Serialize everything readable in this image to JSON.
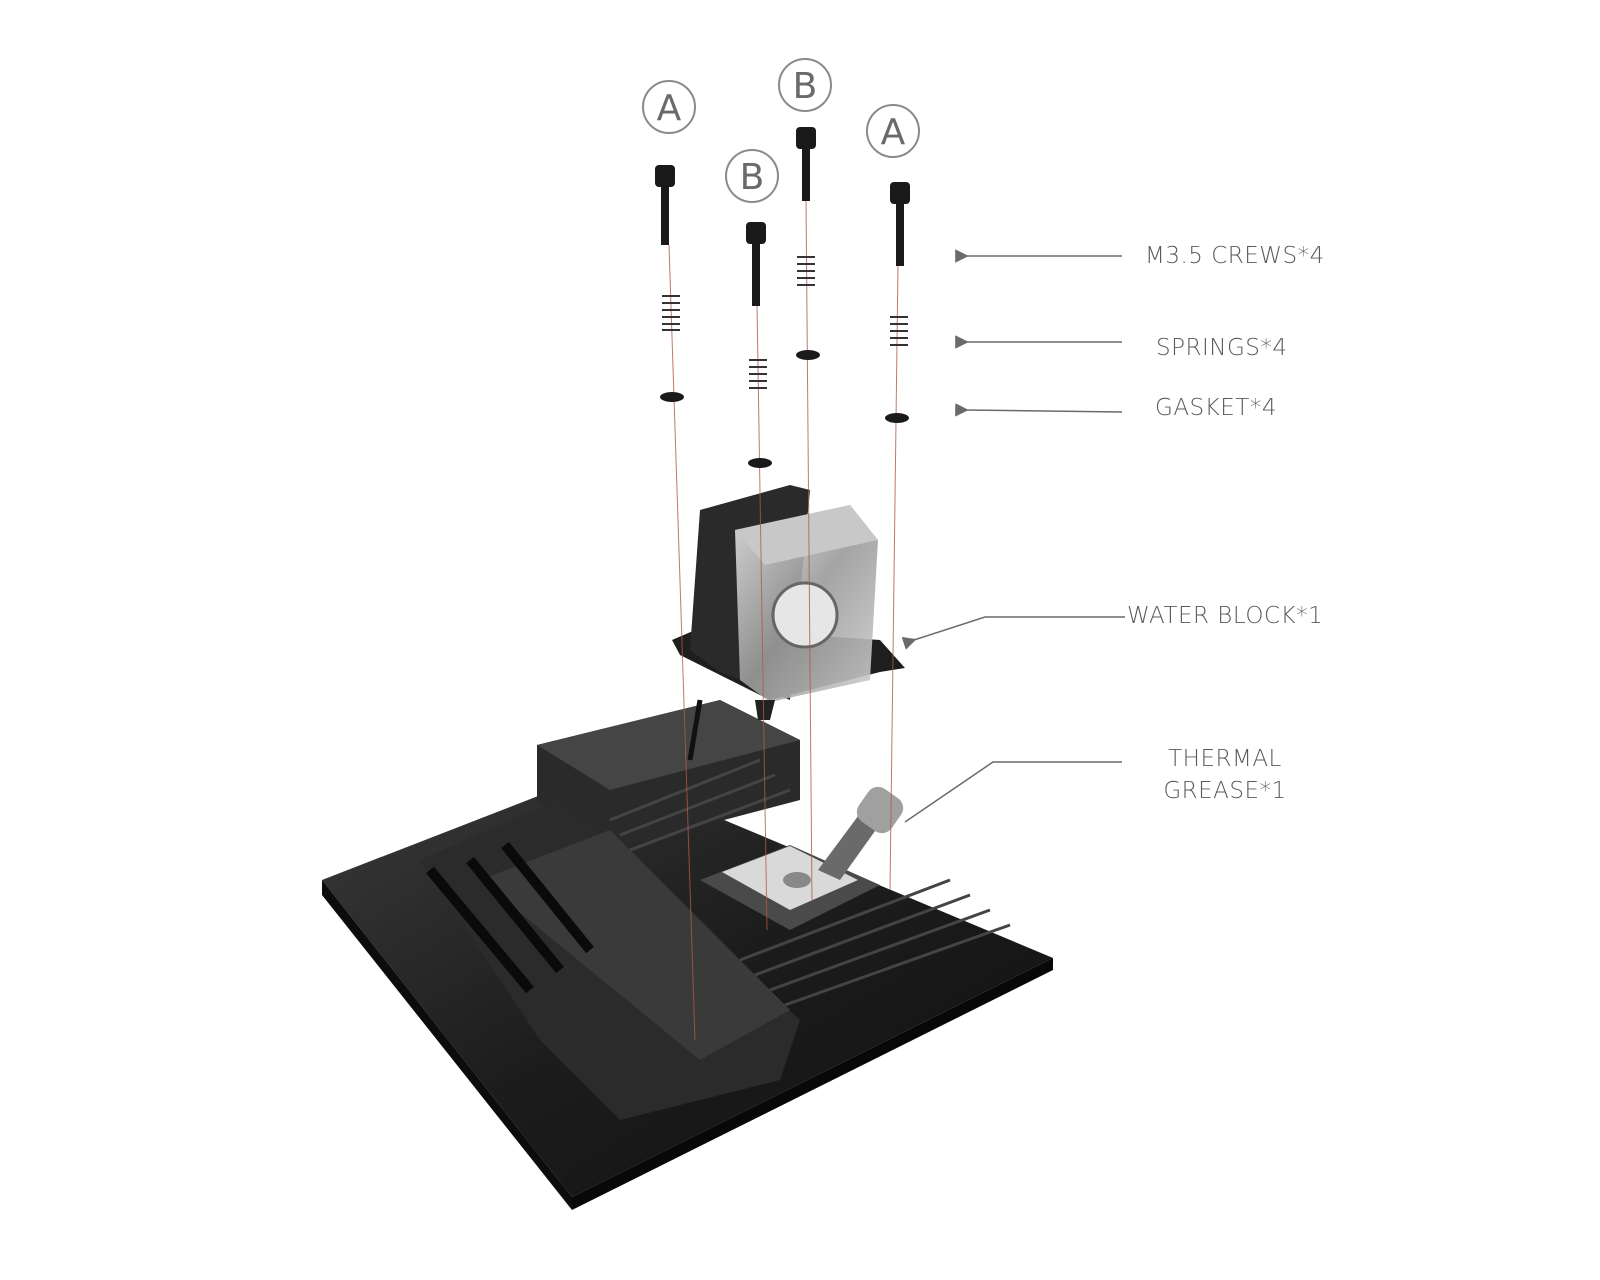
{
  "markers": [
    {
      "letter": "A"
    },
    {
      "letter": "B"
    },
    {
      "letter": "B"
    },
    {
      "letter": "A"
    }
  ],
  "callouts": {
    "screws": "M3.5 CREWS*4",
    "springs": "SPRINGS*4",
    "gasket": "GASKET*4",
    "water_block": "WATER BLOCK*1",
    "thermal_line1": "THERMAL",
    "thermal_line2": "GREASE*1"
  },
  "colors": {
    "label": "#5a5a5a",
    "guide_line": "#b0584a",
    "board": "#1e1e1e"
  }
}
